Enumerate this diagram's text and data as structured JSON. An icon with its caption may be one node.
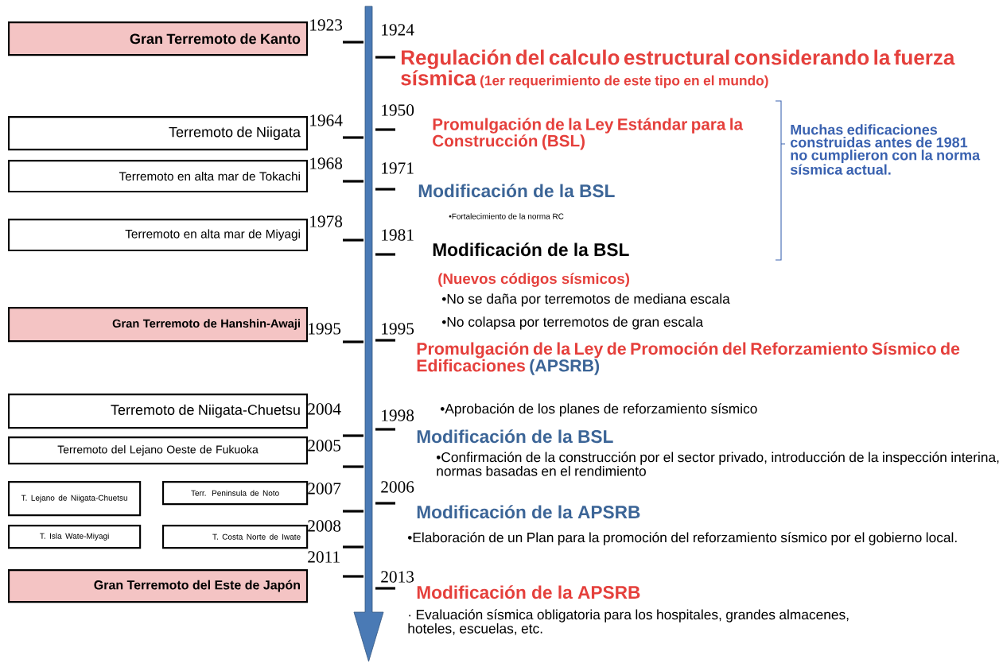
{
  "diagram": {
    "nodes": [
      {
        "text": [
          "Gran Terremoto  de Kanto"
        ],
        "beside": [
          "1923"
        ]
      },
      {
        "text": [
          "Terremoto de Niigata"
        ],
        "beside": [
          "1964"
        ]
      },
      {
        "text": [
          "Terremoto en alta mar de Tokachi"
        ],
        "beside": [
          "1968"
        ]
      },
      {
        "text": [
          "Terremoto en alta mar de Miyagi"
        ],
        "beside": [
          "1978"
        ]
      },
      {
        "text": [
          "Gran Terremoto de Hanshin-Awaji"
        ],
        "beside": [
          "1995"
        ]
      },
      {
        "text": [
          "Terremoto de Niigata-Chuetsu"
        ],
        "beside": [
          "2004"
        ]
      },
      {
        "text": [
          "Terremoto del Lejano Oeste de Fukuoka"
        ],
        "beside": [
          "2005"
        ]
      },
      {
        "text": [
          "T. Lejano de Niigata-Chuetsu"
        ]
      },
      {
        "text": [
          "Terr. Peninsula de Noto"
        ],
        "beside": [
          "2007"
        ]
      },
      {
        "text": [
          "T. Isla Wate-Miyagi"
        ]
      },
      {
        "text": [
          "T. Costa Norte de Iwate"
        ],
        "beside": [
          "2008"
        ]
      },
      {
        "text": [
          "Gran Terremoto del Este de Japón"
        ],
        "beside": [
          "2011"
        ]
      }
    ],
    "labels": [
      "1924",
      "Regulación del calculo estructural considerando la fuerza sísmica",
      "(1er requerimiento de este tipo en el mundo)",
      "1950",
      "Promulgación de la Ley Estándar para la Construcción (BSL)",
      "Muchas edificaciones construidas antes de 1981 no cumplieron con la norma sísmica actual.",
      "1971",
      "Modificación de la BSL",
      "•Fortalecimiento de la norma RC",
      "1981",
      "Modificación de la BSL",
      "(Nuevos códigos sísmicos)",
      "•No se daña por terremotos de mediana escala",
      "•No colapsa por terremotos de gran escala",
      "1995",
      "Promulgación de la Ley de Promoción del Reforzamiento Sísmico de Edificaciones",
      "(APSRB)",
      "1998",
      "•Aprobación de los planes de reforzamiento sísmico",
      "Modificación de la BSL",
      "•Confirmación de la construcción por el sector privado, introducción de la inspección interina, normas basadas en el rendimiento",
      "2006",
      "Modificación de la APSRB",
      "•Elaboración de un Plan para la promoción del reforzamiento sísmico por el gobierno local.",
      "2013",
      "Modificación de la APSRB",
      "· Evaluación sísmica obligatoria para los hospitales, grandes almacenes, hoteles, escuelas, etc."
    ]
  }
}
